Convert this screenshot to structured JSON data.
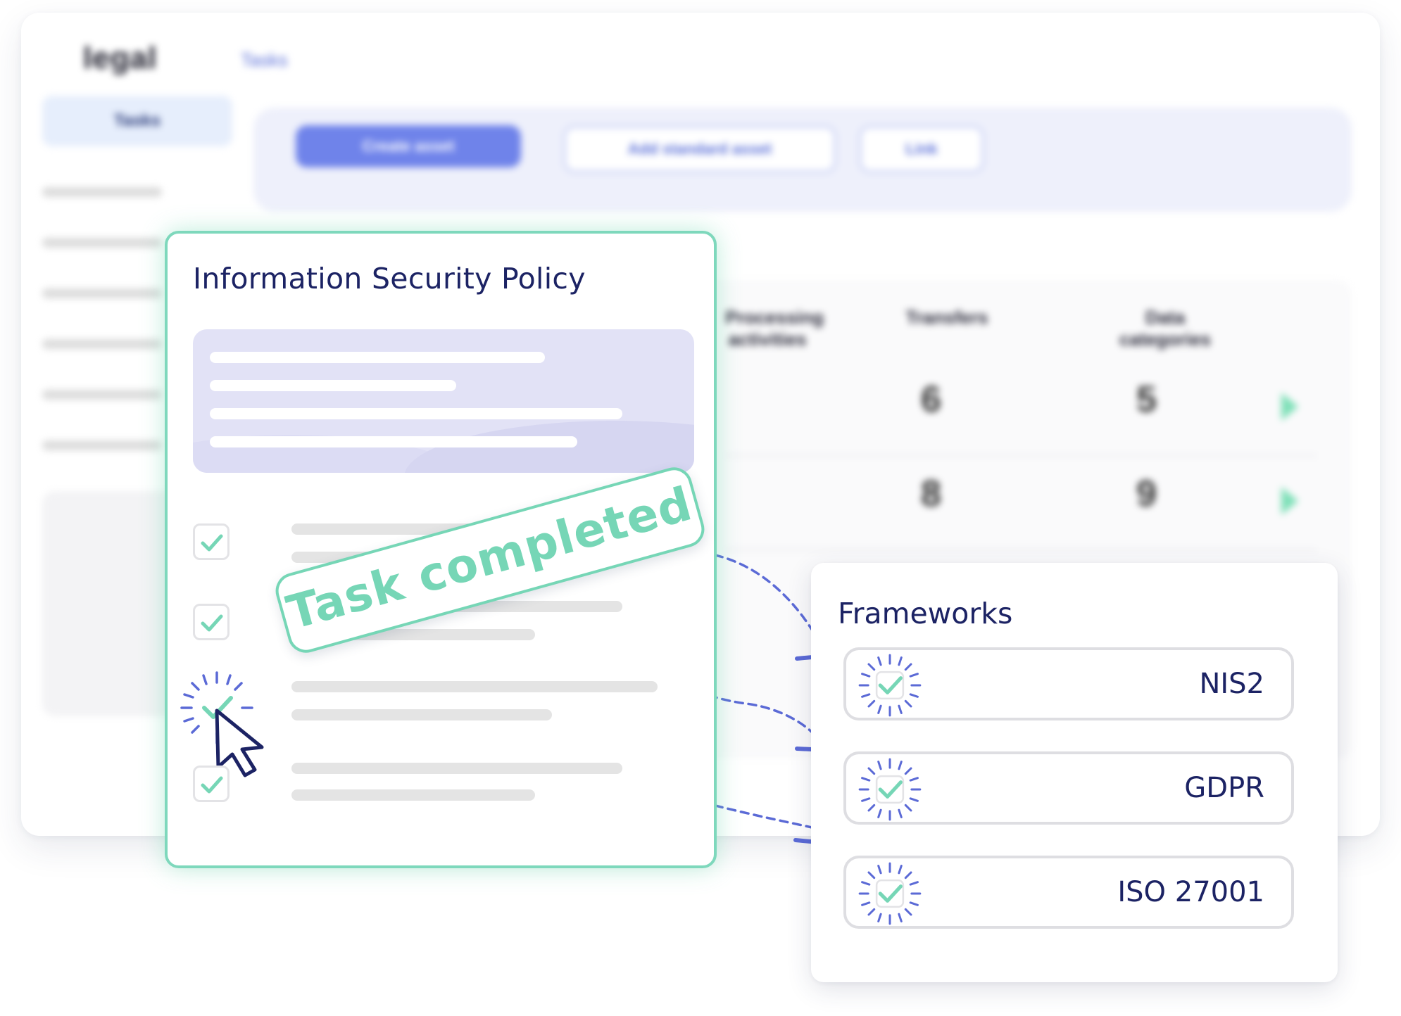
{
  "background_app": {
    "logo": "legal",
    "top_nav": "Tasks",
    "sidebar_active": "Tasks",
    "toolbar": {
      "primary_button": "Create asset",
      "secondary_button": "Add standard asset",
      "tertiary_button": "Link"
    },
    "table": {
      "headers": [
        "Processing activities",
        "Transfers",
        "Data categories"
      ],
      "rows": [
        {
          "transfers": "6",
          "data_categories": "5"
        },
        {
          "transfers": "8",
          "data_categories": "9"
        }
      ]
    }
  },
  "policy_card": {
    "title": "Information Security Policy",
    "tasks": [
      {
        "checked": true
      },
      {
        "checked": true
      },
      {
        "checked": true,
        "active": true
      },
      {
        "checked": true
      }
    ]
  },
  "stamp": {
    "label": "Task completed"
  },
  "frameworks": {
    "title": "Frameworks",
    "items": [
      {
        "label": "NIS2"
      },
      {
        "label": "GDPR"
      },
      {
        "label": "ISO 27001"
      }
    ]
  },
  "colors": {
    "accent_green": "#76d6b6",
    "accent_purple": "#5b6ad6",
    "navy_text": "#1c2364"
  }
}
